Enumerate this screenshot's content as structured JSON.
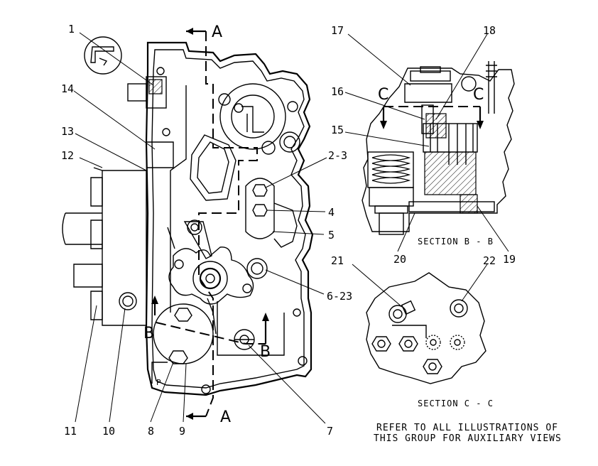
{
  "callouts": {
    "c1": "1",
    "c14": "14",
    "c13": "13",
    "c12": "12",
    "c11": "11",
    "c10": "10",
    "c8": "8",
    "c9": "9",
    "c7": "7",
    "c2_3": "2-3",
    "c4": "4",
    "c5": "5",
    "c6_23": "6-23",
    "c17": "17",
    "c18": "18",
    "c16": "16",
    "c15": "15",
    "c20": "20",
    "c19": "19",
    "c21": "21",
    "c22": "22"
  },
  "section_marks": {
    "a_top": "A",
    "a_bottom": "A",
    "b_left": "B",
    "b_right": "B",
    "c_left": "C",
    "c_right": "C",
    "p_mark": "P"
  },
  "section_titles": {
    "bb": "SECTION B - B",
    "cc": "SECTION C - C"
  },
  "note": {
    "line1": "REFER TO ALL ILLUSTRATIONS OF",
    "line2": "THIS GROUP FOR AUXILIARY VIEWS"
  }
}
